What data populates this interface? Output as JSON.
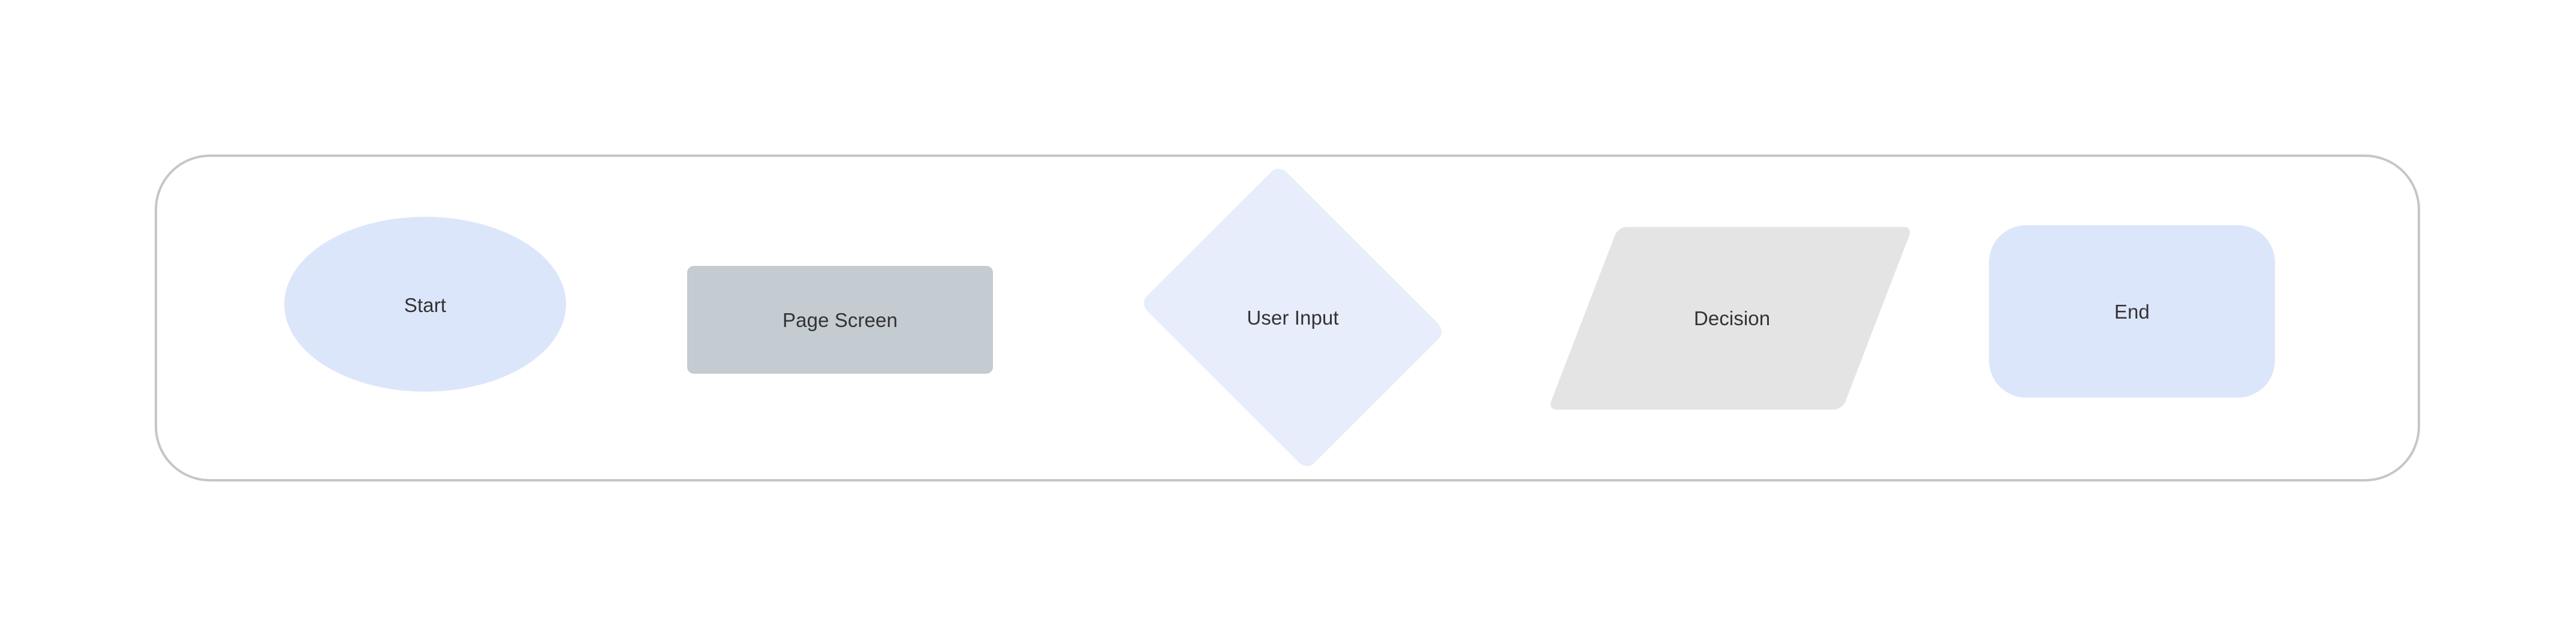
{
  "diagram": {
    "type": "flowchart",
    "orientation": "horizontal",
    "container": {
      "border_color": "#c6c6c6",
      "background": "#ffffff",
      "corner_radius": "92px"
    },
    "text_color": "#333333",
    "nodes": [
      {
        "id": "start",
        "label": "Start",
        "shape": "ellipse",
        "fill": "#dce6fb"
      },
      {
        "id": "page-screen",
        "label": "Page Screen",
        "shape": "rounded-rectangle",
        "fill": "#c4cbd1"
      },
      {
        "id": "user-input",
        "label": "User Input",
        "shape": "diamond",
        "fill": "#e7edfa"
      },
      {
        "id": "decision",
        "label": "Decision",
        "shape": "parallelogram",
        "fill": "#e4e4e4"
      },
      {
        "id": "end",
        "label": "End",
        "shape": "pill",
        "fill": "#dce6fb"
      }
    ]
  }
}
